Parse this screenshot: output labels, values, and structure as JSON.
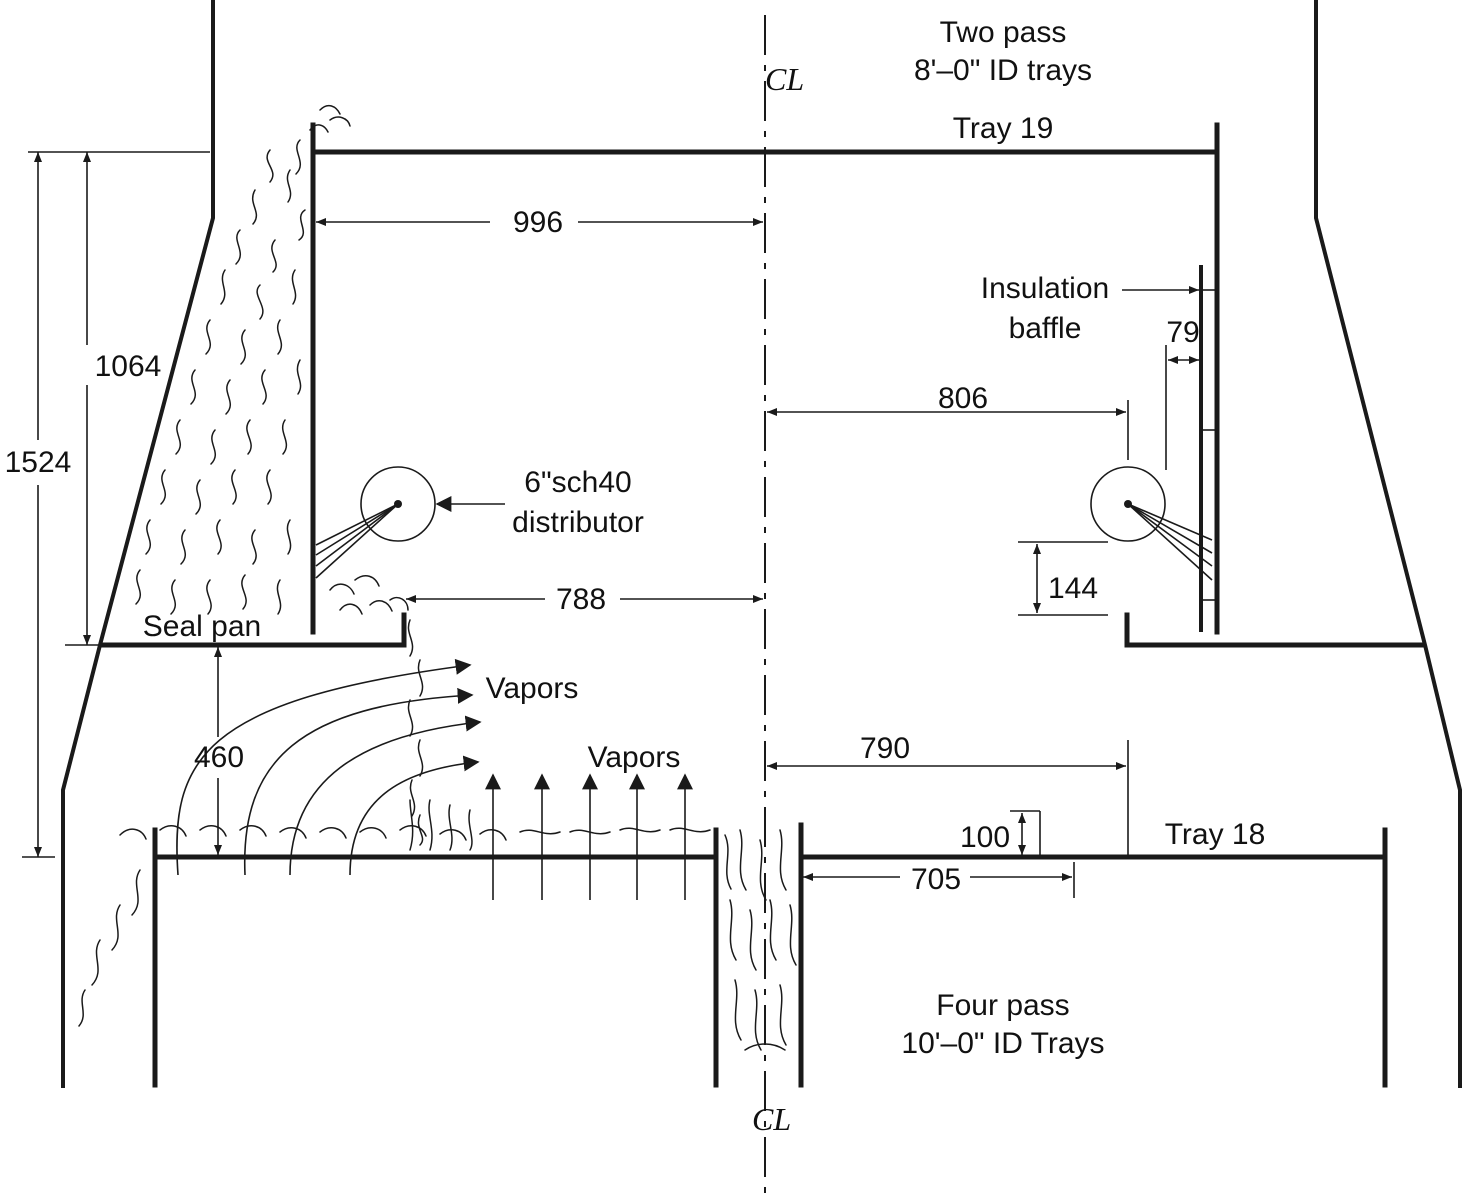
{
  "header": {
    "top_section_line1": "Two pass",
    "top_section_line2": "8'–0\" ID trays",
    "bottom_section_line1": "Four pass",
    "bottom_section_line2": "10'–0\" ID Trays",
    "centerline_symbol": "CL"
  },
  "trays": {
    "upper": "Tray 19",
    "lower": "Tray 18"
  },
  "components": {
    "insulation_line1": "Insulation",
    "insulation_line2": "baffle",
    "distributor_line1": "6\"sch40",
    "distributor_line2": "distributor",
    "seal_pan": "Seal pan",
    "vapors_1": "Vapors",
    "vapors_2": "Vapors"
  },
  "dimensions": {
    "d996": "996",
    "d1064": "1064",
    "d1524": "1524",
    "d806": "806",
    "d79": "79",
    "d788": "788",
    "d144": "144",
    "d460": "460",
    "d790": "790",
    "d100": "100",
    "d705": "705"
  }
}
